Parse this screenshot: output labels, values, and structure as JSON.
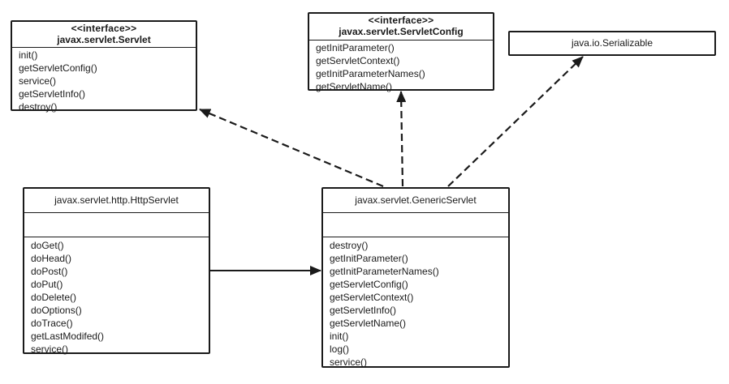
{
  "servlet": {
    "stereotype": "<<interface>>",
    "name": "javax.servlet.Servlet",
    "methods": [
      "init()",
      "getServletConfig()",
      "service()",
      "getServletInfo()",
      "destroy()"
    ]
  },
  "servlet_config": {
    "stereotype": "<<interface>>",
    "name": "javax.servlet.ServletConfig",
    "methods": [
      "getInitParameter()",
      "getServletContext()",
      "getInitParameterNames()",
      "getServletName()"
    ]
  },
  "serializable": {
    "name": "java.io.Serializable"
  },
  "http_servlet": {
    "name": "javax.servlet.http.HttpServlet",
    "methods": [
      "doGet()",
      "doHead()",
      "doPost()",
      "doPut()",
      "doDelete()",
      "doOptions()",
      "doTrace()",
      "getLastModifed()",
      "service()"
    ]
  },
  "generic_servlet": {
    "name": "javax.servlet.GenericServlet",
    "methods": [
      "destroy()",
      "getInitParameter()",
      "getInitParameterNames()",
      "getServletConfig()",
      "getServletContext()",
      "getServletInfo()",
      "getServletName()",
      "init()",
      "log()",
      "service()"
    ]
  },
  "colors": {
    "line": "#1a1a1a",
    "background": "#ffffff"
  }
}
